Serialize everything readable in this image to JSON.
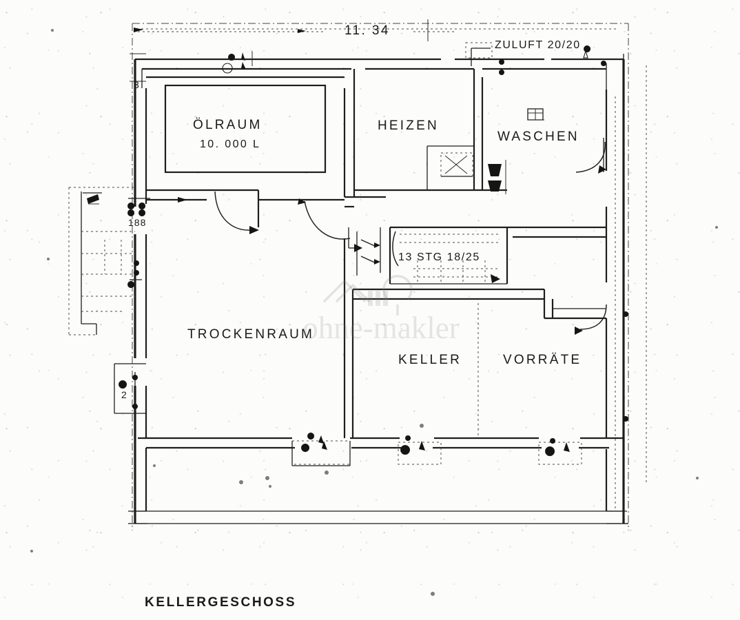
{
  "document": {
    "type": "architectural-floor-plan",
    "title": "KELLERGESCHOSS",
    "language": "de"
  },
  "dimensions": {
    "overall_width_label": "11. 34",
    "left_opening_label": "188"
  },
  "rooms": [
    {
      "id": "oelraum",
      "label": "ÖLRAUM",
      "sub": "10. 000 L"
    },
    {
      "id": "heizen",
      "label": "HEIZEN",
      "sub": ""
    },
    {
      "id": "waschen",
      "label": "WASCHEN",
      "sub": ""
    },
    {
      "id": "trockenraum",
      "label": "TROCKENRAUM",
      "sub": ""
    },
    {
      "id": "keller",
      "label": "KELLER",
      "sub": ""
    },
    {
      "id": "vorraete",
      "label": "VORRÄTE",
      "sub": ""
    }
  ],
  "annotations": {
    "supply_air": "ZULUFT 20/20",
    "stairs": "13 STG 18/25",
    "corner_mark": "3",
    "left_mark": "2"
  },
  "watermark": {
    "text": "ohne-makler",
    "logo": "house-logo"
  },
  "colors": {
    "paper": "#fcfcfa",
    "ink": "#1d1d1d",
    "watermark": "#787878"
  }
}
